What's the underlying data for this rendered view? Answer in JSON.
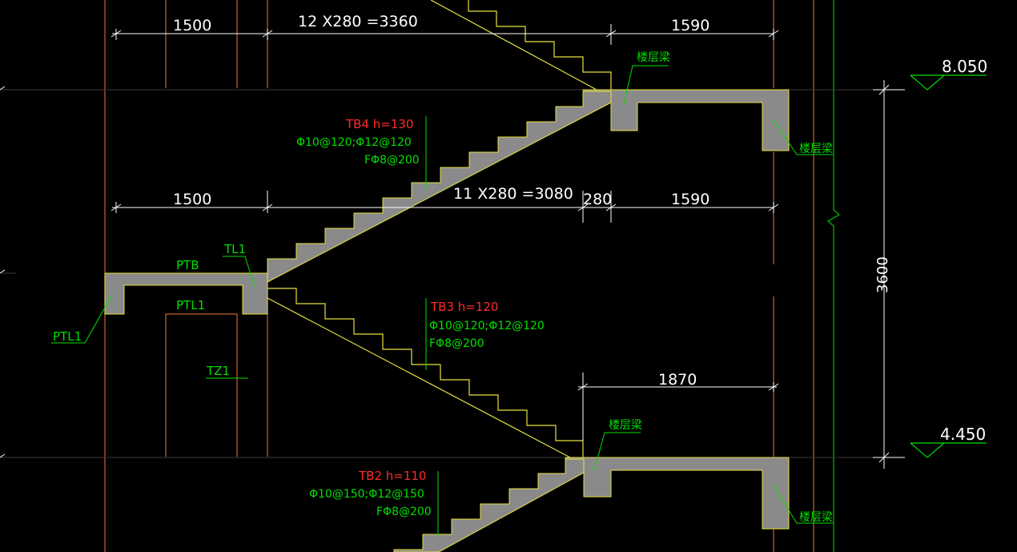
{
  "drawing": {
    "background": "#000000",
    "colors": {
      "concrete": "#8a8a8a",
      "stair_outline": "#e8e040",
      "dimension": "#ffffff",
      "grid_line": "#c86428",
      "label_green": "#00e000",
      "label_red": "#ff2a2a"
    },
    "dimensions": {
      "top_left": "1500",
      "top_run": "12 X280 =3360",
      "top_right": "1590",
      "mid_left": "1500",
      "mid_run": "11 X280 =3080",
      "mid_step": "280",
      "mid_right": "1590",
      "lower_landing": "1870",
      "floor_height": "3600"
    },
    "elevations": {
      "upper": "8.050",
      "lower": "4.450"
    },
    "labels": {
      "beam_upper": "楼层梁",
      "beam_upper_right": "楼层梁",
      "beam_lower": "楼层梁",
      "beam_lower_right": "楼层梁",
      "ptb": "PTB",
      "tl1": "TL1",
      "ptl1_beam": "PTL1",
      "ptl1_side": "PTL1",
      "tz1": "TZ1"
    },
    "slabs": {
      "tb4": {
        "title": "TB4  h=130",
        "rebar1": "Φ10@120;Φ12@120",
        "rebar2": "FΦ8@200"
      },
      "tb3": {
        "title": "TB3  h=120",
        "rebar1": "Φ10@120;Φ12@120",
        "rebar2": "FΦ8@200"
      },
      "tb2": {
        "title": "TB2  h=110",
        "rebar1": "Φ10@150;Φ12@150",
        "rebar2": "FΦ8@200"
      }
    }
  }
}
